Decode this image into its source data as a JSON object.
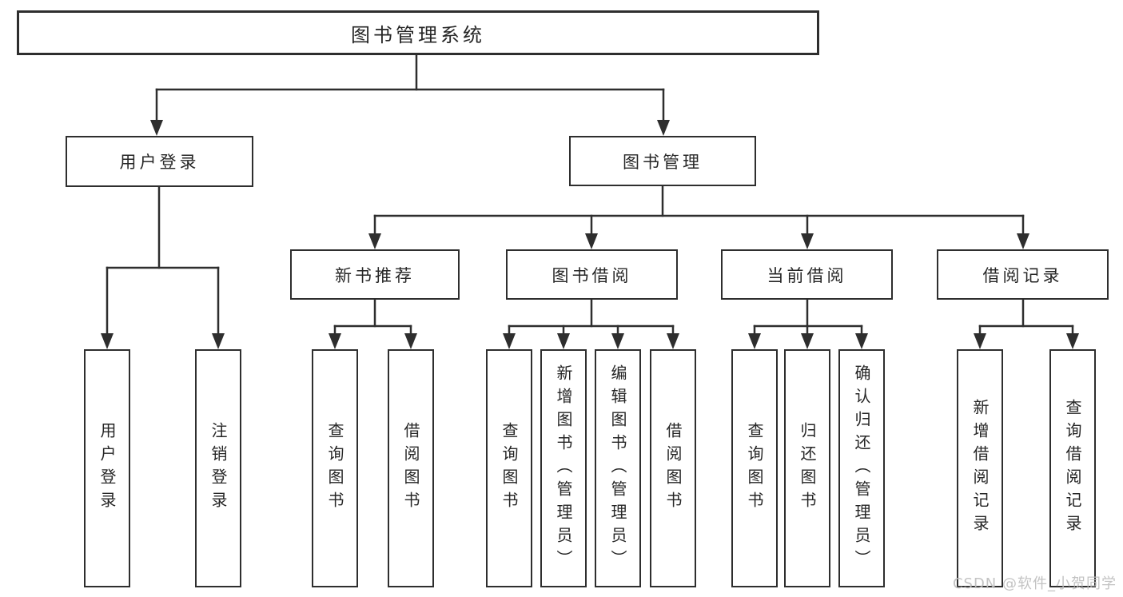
{
  "tree": {
    "label": "图书管理系统",
    "children": [
      {
        "label": "用户登录",
        "children": [
          {
            "label": "用户登录"
          },
          {
            "label": "注销登录"
          }
        ]
      },
      {
        "label": "图书管理",
        "children": [
          {
            "label": "新书推荐",
            "children": [
              {
                "label": "查询图书"
              },
              {
                "label": "借阅图书"
              }
            ]
          },
          {
            "label": "图书借阅",
            "children": [
              {
                "label": "查询图书"
              },
              {
                "label": "新增图书（管理员）"
              },
              {
                "label": "编辑图书（管理员）"
              },
              {
                "label": "借阅图书"
              }
            ]
          },
          {
            "label": "当前借阅",
            "children": [
              {
                "label": "查询图书"
              },
              {
                "label": "归还图书"
              },
              {
                "label": "确认归还（管理员）"
              }
            ]
          },
          {
            "label": "借阅记录",
            "children": [
              {
                "label": "新增借阅记录"
              },
              {
                "label": "查询借阅记录"
              }
            ]
          }
        ]
      }
    ]
  },
  "watermark": {
    "text": "CSDN @软件_小贺同学"
  },
  "colors": {
    "line": "#2e2e2e",
    "box_border": "#2e2e2e",
    "text": "#262626",
    "background": "#ffffff",
    "watermark": "#bebebe"
  }
}
